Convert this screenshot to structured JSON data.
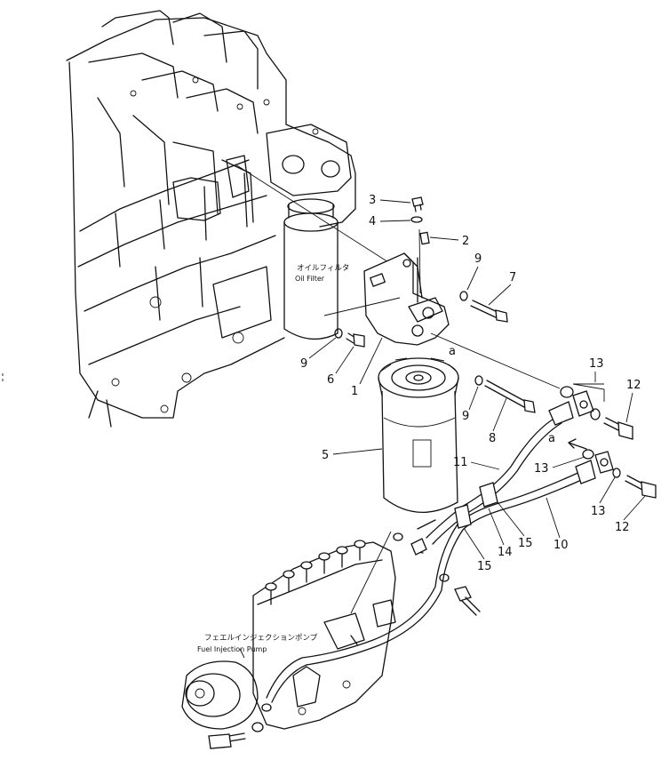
{
  "callouts": {
    "p1": "1",
    "p2": "2",
    "p3": "3",
    "p4": "4",
    "p5": "5",
    "p6": "6",
    "p7": "7",
    "p8": "8",
    "p9a": "9",
    "p9b": "9",
    "p9c": "9",
    "p10": "10",
    "p11": "11",
    "p12a": "12",
    "p12b": "12",
    "p13a": "13",
    "p13b": "13",
    "p13c": "13",
    "p14": "14",
    "p15a": "15",
    "p15b": "15",
    "ref_a1": "a",
    "ref_a2": "a"
  },
  "labels": {
    "oil_filter_jp": "オイルフィルタ",
    "oil_filter_en": "Oil Filter",
    "pump_jp": "フェエルインジェクションポンプ",
    "pump_en": "Fuel Injection Pump"
  }
}
